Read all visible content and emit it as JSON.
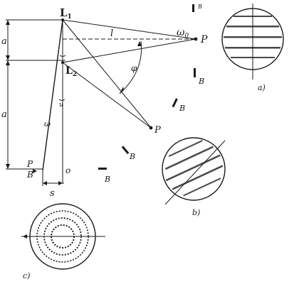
{
  "labels": {
    "L1": "L",
    "L1_sub": "1",
    "L2": "L",
    "L2_sub": "2",
    "omega0": "ω",
    "omega0_sub": "0",
    "P": "P",
    "P2": "P",
    "l": "l",
    "phi": "φ",
    "a_top": "a",
    "a_bottom": "a",
    "s": "s",
    "o": "o",
    "omega_small": "ω",
    "u_small": "u",
    "P_B": "P",
    "B_under_P": "B",
    "B1": "B",
    "B2": "B",
    "B3": "B",
    "B4": "B",
    "B_top": "B",
    "caption_a": "a)",
    "caption_b": "b)",
    "caption_c": "c)"
  }
}
